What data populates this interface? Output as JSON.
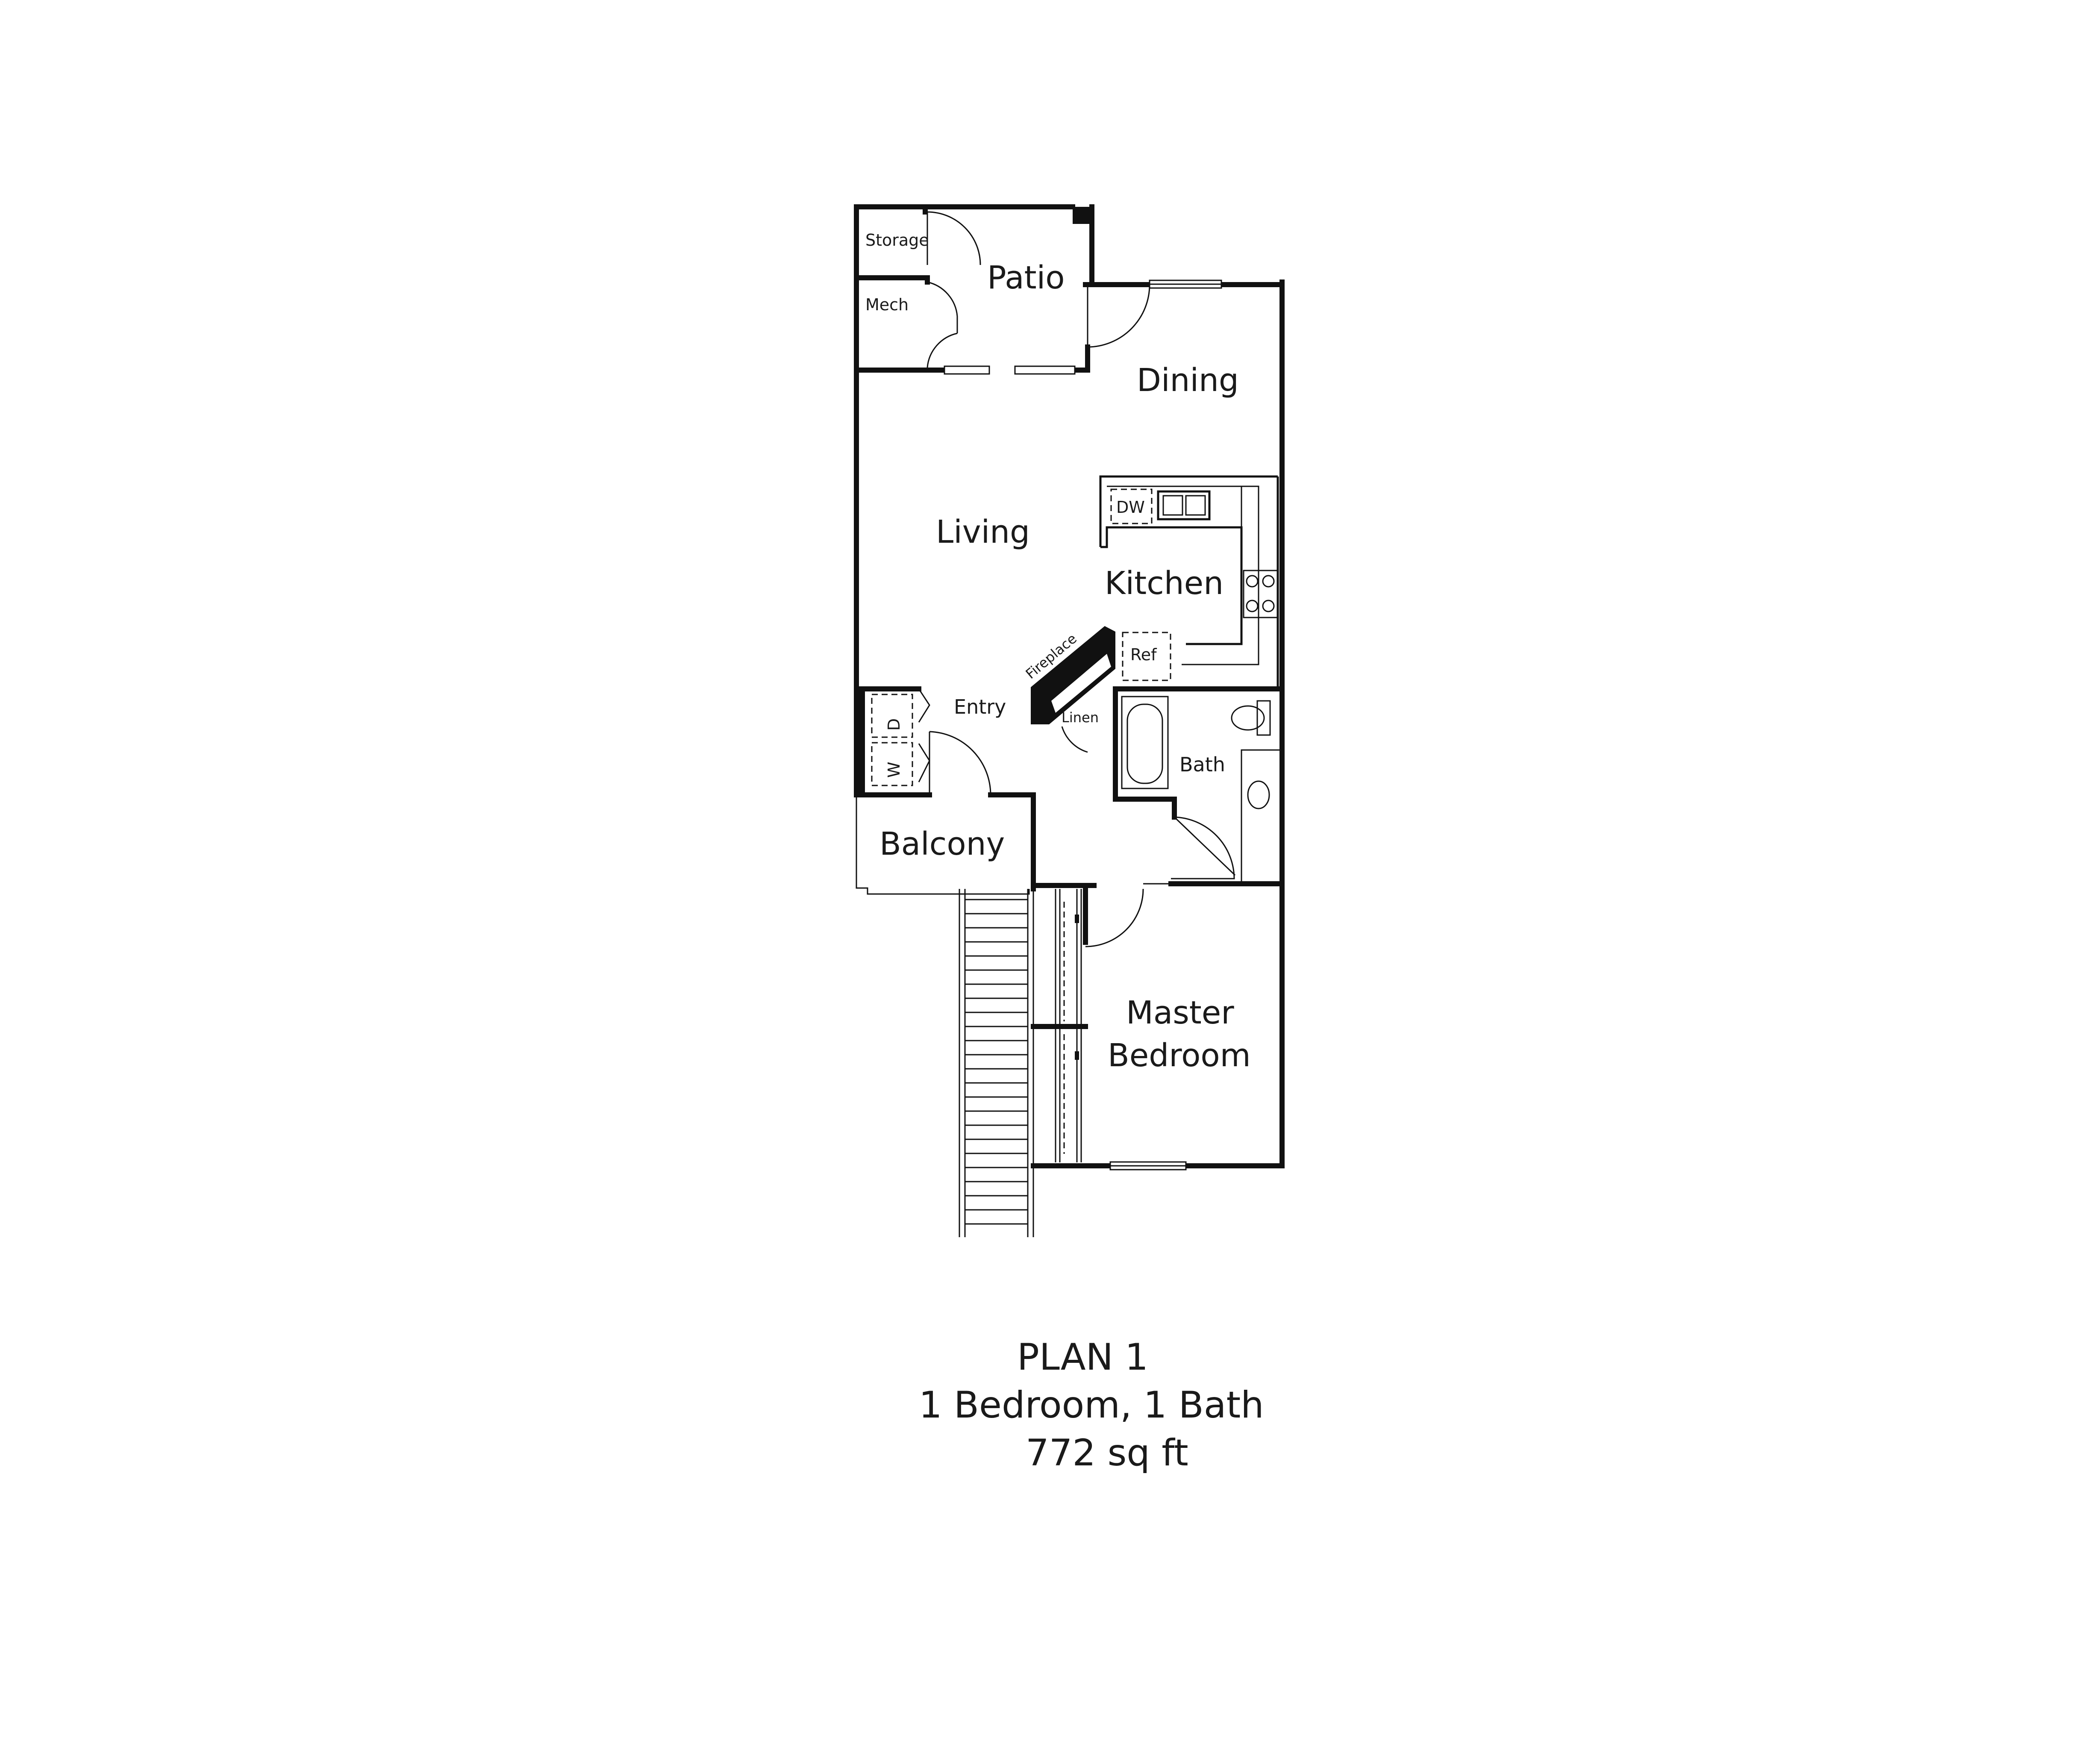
{
  "rooms": {
    "storage": "Storage",
    "mech": "Mech",
    "patio": "Patio",
    "dining": "Dining",
    "living": "Living",
    "kitchen": "Kitchen",
    "dishwasher": "DW",
    "fireplace": "Fireplace",
    "refrigerator": "Ref",
    "entry": "Entry",
    "linen": "Linen",
    "washer": "W",
    "dryer": "D",
    "bath": "Bath",
    "balcony": "Balcony",
    "master_bedroom_line1": "Master",
    "master_bedroom_line2": "Bedroom"
  },
  "plan": {
    "name": "PLAN 1",
    "layout": "1 Bedroom, 1 Bath",
    "area": "772 sq ft"
  }
}
